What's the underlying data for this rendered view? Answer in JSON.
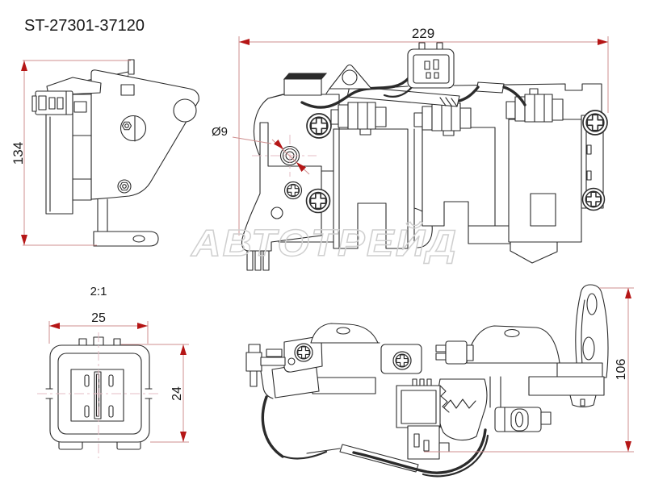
{
  "title": "ST-27301-37120",
  "watermark": "АВТОТРЕЙД",
  "colors": {
    "line": "#2b2b2b",
    "dimension_line": "#cf8f8f",
    "arrow_red": "#b51616",
    "centerline": "#e5bcc4",
    "watermark_gray": "#cfcfcf",
    "background": "#ffffff",
    "text_black": "#1a1a1a"
  },
  "views": {
    "side": {
      "height_label": "134"
    },
    "front": {
      "width_label": "229",
      "hole_label": "Ø9"
    },
    "connector_detail": {
      "scale_label": "2:1",
      "width_label": "25",
      "height_label": "24"
    },
    "bottom": {
      "height_label": "106"
    }
  }
}
